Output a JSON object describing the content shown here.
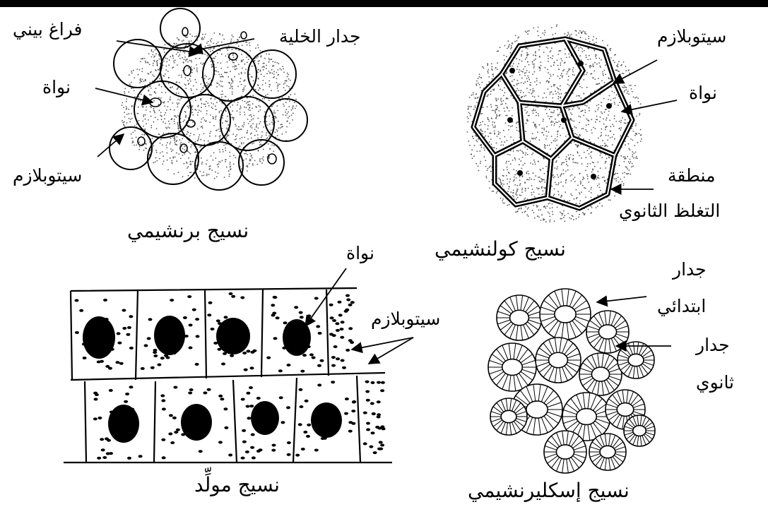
{
  "parenchyma": {
    "caption": "نسيج برنشيمي",
    "intercellular_space": "فراغ بيني",
    "cell_wall": "جدار الخلية",
    "nucleus": "نواة",
    "cytoplasm": "سيتوبلازم"
  },
  "collenchyma": {
    "caption": "نسيج كولنشيمي",
    "cytoplasm": "سيتوبلازم",
    "nucleus": "نواة",
    "thickening_line1": "منطقة",
    "thickening_line2": "التغلظ الثانوي"
  },
  "meristematic": {
    "caption": "نسيج مولِّد",
    "nucleus": "نواة",
    "cytoplasm": "سيتوبلازم"
  },
  "sclerenchyma": {
    "caption": "نسيج إسكليرنشيمي",
    "primary_wall_line1": "جدار",
    "primary_wall_line2": "ابتدائي",
    "secondary_wall_line1": "جدار",
    "secondary_wall_line2": "ثانوي"
  },
  "colors": {
    "ink": "#000000",
    "stipple": "#555555",
    "background": "#ffffff"
  }
}
